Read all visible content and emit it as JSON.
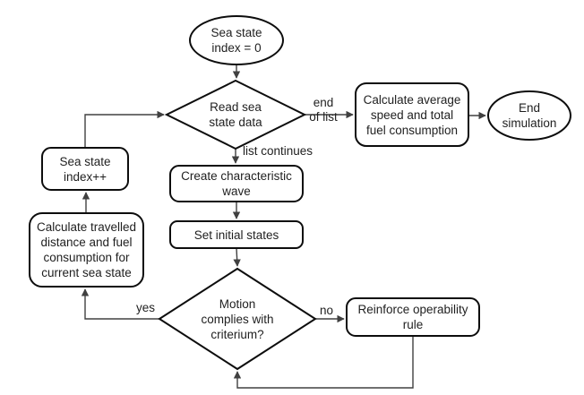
{
  "nodes": {
    "start": {
      "label": "Sea state\nindex = 0",
      "shape": "terminator"
    },
    "read_data": {
      "label": "Read sea\nstate data",
      "shape": "decision"
    },
    "calc_avg": {
      "label": "Calculate average\nspeed and total\nfuel consumption",
      "shape": "process"
    },
    "end_sim": {
      "label": "End\nsimulation",
      "shape": "terminator"
    },
    "create_wave": {
      "label": "Create characteristic\nwave",
      "shape": "process"
    },
    "set_states": {
      "label": "Set initial states",
      "shape": "process"
    },
    "motion": {
      "label": "Motion\ncomplies with\ncriterium?",
      "shape": "decision"
    },
    "reinforce": {
      "label": "Reinforce operability\nrule",
      "shape": "process"
    },
    "calc_travel": {
      "label": "Calculate travelled\ndistance and fuel\nconsumption for\ncurrent sea state",
      "shape": "process"
    },
    "index_inc": {
      "label": "Sea state\nindex++",
      "shape": "process"
    }
  },
  "edge_labels": {
    "end_of_list": "end\nof list",
    "list_continues": "list continues",
    "yes": "yes",
    "no": "no"
  },
  "colors": {
    "shape_stroke": "#0d0d0d",
    "shape_fill": "#ffffff",
    "connector": "#404040",
    "text": "#1f1f1f",
    "background": "#ffffff"
  }
}
